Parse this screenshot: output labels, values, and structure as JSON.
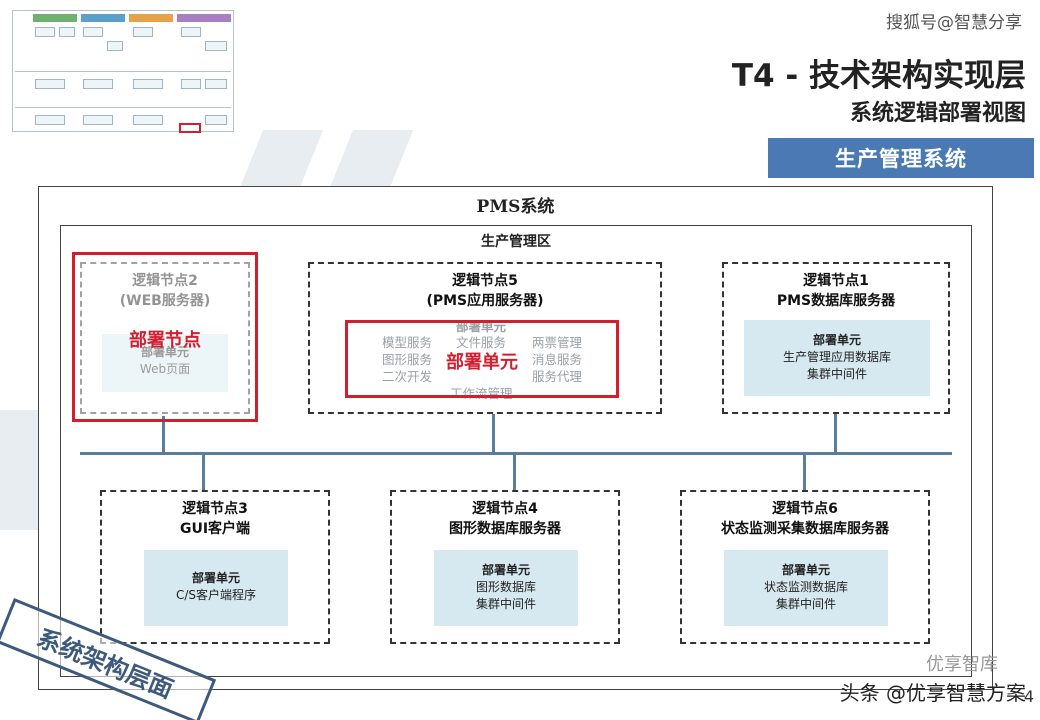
{
  "header": {
    "watermark_top": "搜狐号@智慧分享",
    "title_main": "T4 - 技术架构实现层",
    "title_sub": "系统逻辑部署视图",
    "system_banner": "生产管理系统"
  },
  "diagram": {
    "outer_title": "PMS系统",
    "zone_title": "生产管理区",
    "nodes": {
      "node2": {
        "title_line1": "逻辑节点2",
        "title_line2": "(WEB服务器)",
        "unit_head": "部署单元",
        "unit_line1": "Web页面"
      },
      "node5": {
        "title_line1": "逻辑节点5",
        "title_line2": "(PMS应用服务器)",
        "unit_head": "部署单元",
        "services": [
          "模型服务",
          "文件服务",
          "两票管理",
          "图形服务",
          "消息服务",
          "二次开发",
          "服务代理",
          "工作流管理"
        ]
      },
      "node1": {
        "title_line1": "逻辑节点1",
        "title_line2": "PMS数据库服务器",
        "unit_head": "部署单元",
        "unit_line1": "生产管理应用数据库",
        "unit_line2": "集群中间件"
      },
      "node3": {
        "title_line1": "逻辑节点3",
        "title_line2": "GUI客户端",
        "unit_head": "部署单元",
        "unit_line1": "C/S客户端程序"
      },
      "node4": {
        "title_line1": "逻辑节点4",
        "title_line2": "图形数据库服务器",
        "unit_head": "部署单元",
        "unit_line1": "图形数据库",
        "unit_line2": "集群中间件"
      },
      "node6": {
        "title_line1": "逻辑节点6",
        "title_line2": "状态监测采集数据库服务器",
        "unit_head": "部署单元",
        "unit_line1": "状态监测数据库",
        "unit_line2": "集群中间件"
      }
    },
    "highlights": {
      "deploy_node": "部署节点",
      "deploy_unit": "部署单元"
    }
  },
  "footer": {
    "stamp": "系统架构层面",
    "brand": "优享智库",
    "watermark": "头条 @优享智慧方案",
    "page": "4"
  },
  "colors": {
    "accent_blue": "#4a79b4",
    "highlight_red": "#d21e2e",
    "unit_bg": "#d6e9f1",
    "bus": "#5a7f9e"
  }
}
